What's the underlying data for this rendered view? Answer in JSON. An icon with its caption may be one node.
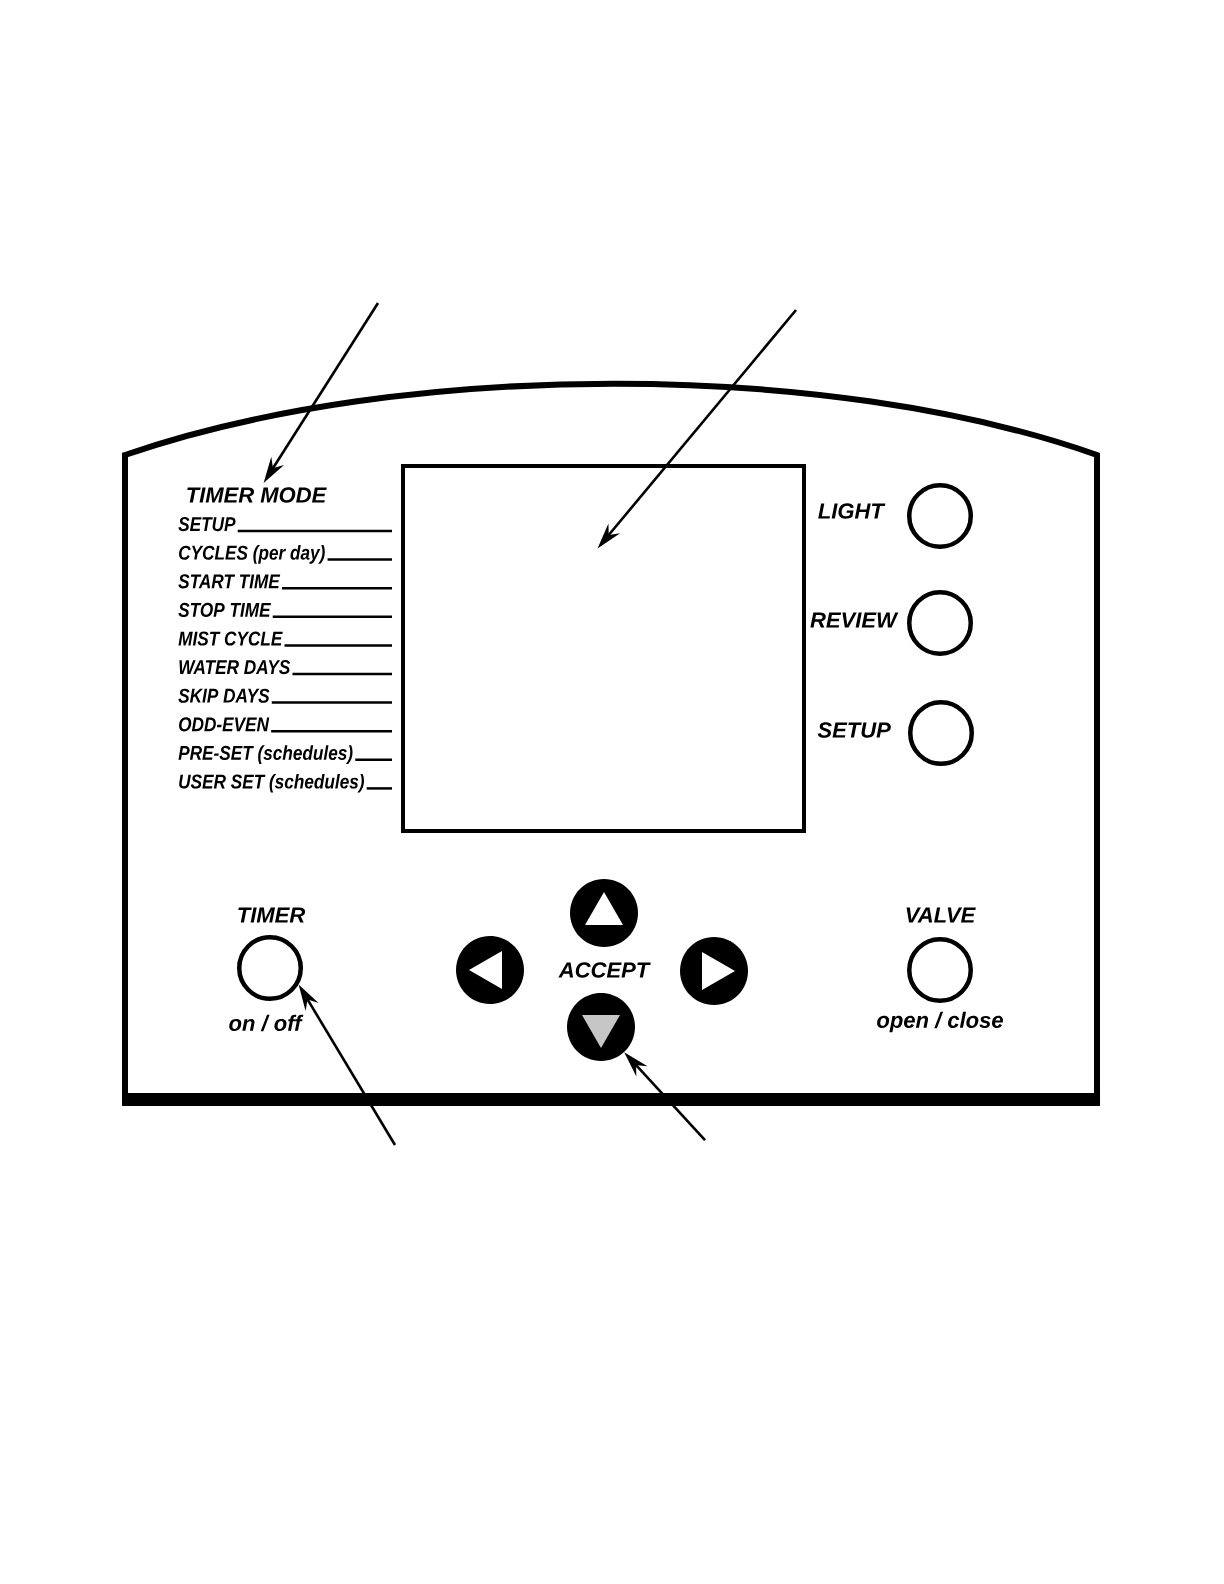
{
  "diagram": {
    "nodes": [
      {
        "text": [],
        "shape": "box"
      },
      {
        "text": [
          "TIMER MODE"
        ],
        "in": 0
      },
      {
        "text": [],
        "shape": "box",
        "in": 0
      },
      {
        "text": [],
        "shape": "circle",
        "beside": [
          "LIGHT"
        ],
        "in": 0
      },
      {
        "text": [],
        "shape": "circle",
        "beside": [
          "REVIEW"
        ],
        "in": 0
      },
      {
        "text": [],
        "shape": "circle",
        "beside": [
          "SETUP"
        ],
        "in": 0
      },
      {
        "text": [],
        "shape": "circle",
        "beside": [
          "TIMER",
          "on / off"
        ],
        "in": 0
      },
      {
        "text": [],
        "shape": "circle",
        "in": 0
      },
      {
        "text": [],
        "shape": "circle",
        "in": 0
      },
      {
        "text": [],
        "shape": "circle",
        "in": 0
      },
      {
        "text": [],
        "shape": "circle",
        "in": 0
      },
      {
        "text": [],
        "shape": "circle",
        "beside": [
          "VALVE",
          "open / close"
        ],
        "in": 0
      }
    ],
    "edges": [
      {
        "from": null,
        "to": 1,
        "arrow": "to"
      },
      {
        "from": null,
        "to": 2,
        "arrow": "to"
      },
      {
        "from": null,
        "to": 6,
        "arrow": "to"
      },
      {
        "from": null,
        "to": 10,
        "arrow": "to"
      }
    ],
    "labels": [
      "SETUP",
      "CYCLES (per day)",
      "START TIME",
      "STOP TIME",
      "MIST CYCLE",
      "WATER DAYS",
      "SKIP DAYS",
      "ODD-EVEN",
      "PRE-SET (schedules)",
      "USER SET  (schedules)",
      "ACCEPT"
    ]
  }
}
